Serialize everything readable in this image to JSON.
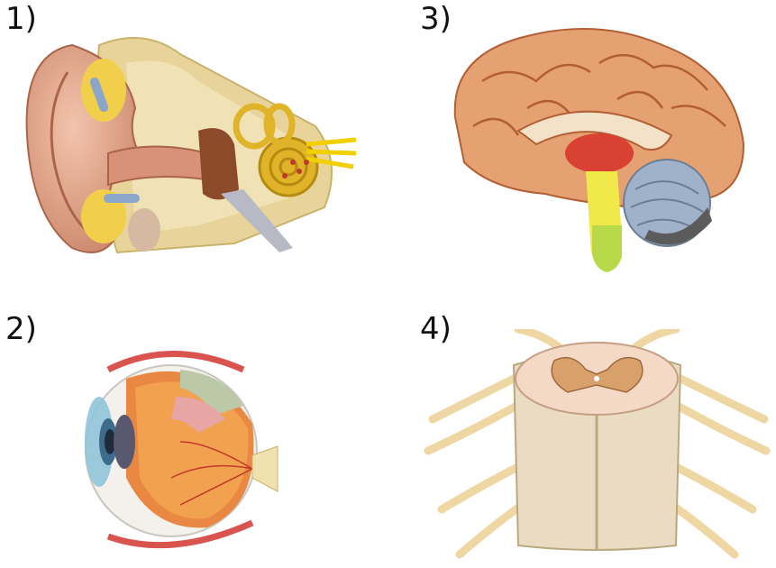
{
  "panels": [
    {
      "label": "1)",
      "subject": "ear-cross-section"
    },
    {
      "label": "2)",
      "subject": "eye-cross-section"
    },
    {
      "label": "3)",
      "subject": "brain-sagittal-section"
    },
    {
      "label": "4)",
      "subject": "spinal-cord-segment"
    }
  ]
}
